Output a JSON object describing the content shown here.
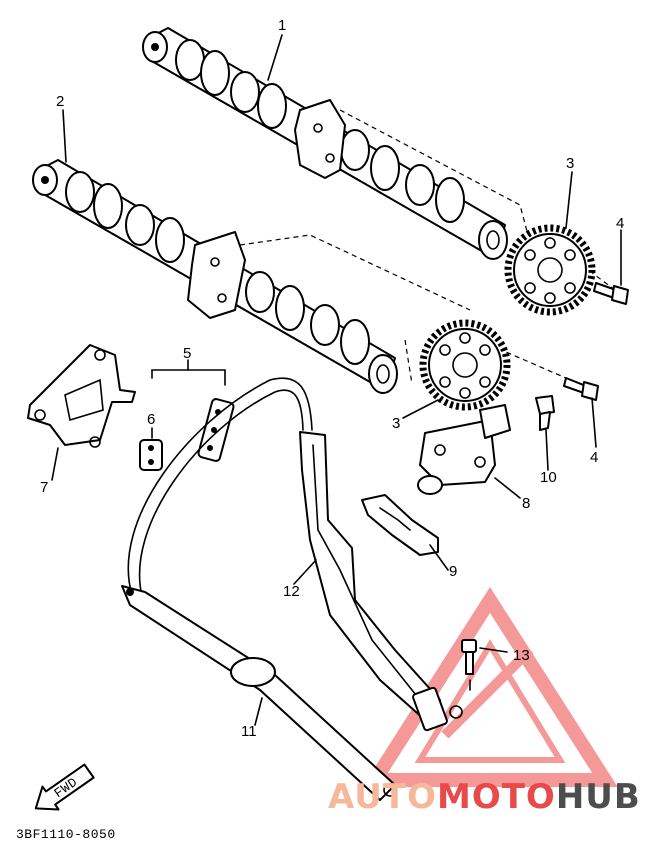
{
  "labels": {
    "l1": "1",
    "l2": "2",
    "l3a": "3",
    "l3b": "3",
    "l4a": "4",
    "l4b": "4",
    "l5": "5",
    "l6": "6",
    "l7": "7",
    "l8": "8",
    "l9": "9",
    "l10": "10",
    "l11": "11",
    "l12": "12",
    "l13": "13"
  },
  "fwd_label": "FWD",
  "diagram_code": "3BF1110-8050",
  "watermark": {
    "part1": "AUTO",
    "part2": "MOTO",
    "part3": "HUB",
    "color_auto": "#f5b89a",
    "color_moto": "#e84a4a",
    "color_hub": "#4d4d4d",
    "logo_color": "#ee4444"
  }
}
